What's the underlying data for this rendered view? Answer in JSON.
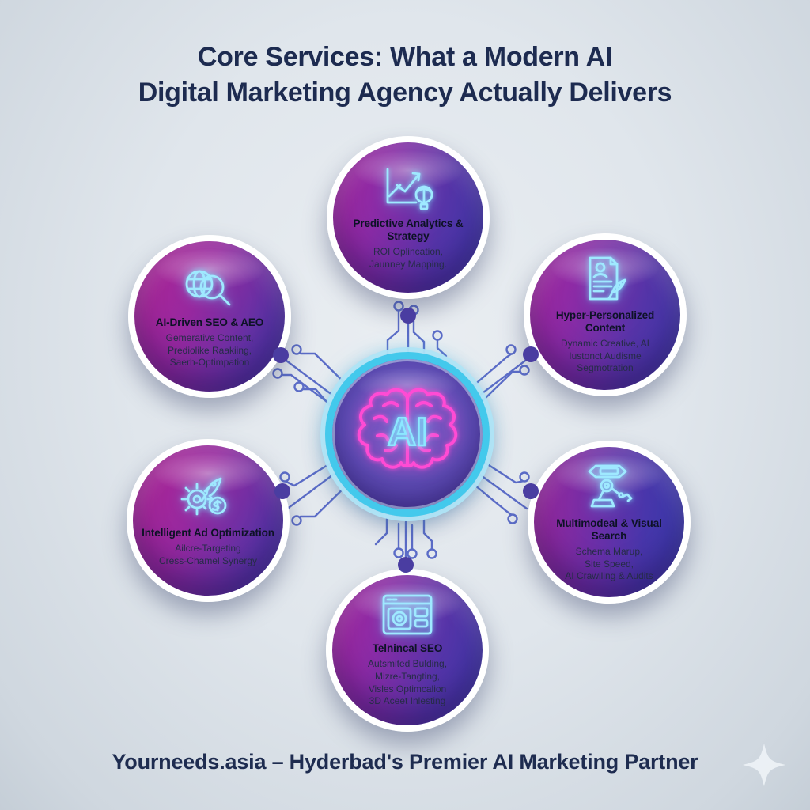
{
  "title": {
    "line1": "Core Services: What a Modern AI",
    "line2": "Digital Marketing Agency Actually Delivers"
  },
  "center": {
    "label": "AI"
  },
  "nodes": [
    {
      "id": "predictive-analytics-strategy",
      "title": "Predictive Analytics & Strategy",
      "sub_lines": [
        "ROI Oplincation,",
        "Jaunney Mapping."
      ],
      "icon": "growth-chart-balloon-icon"
    },
    {
      "id": "ai-driven-seo-aeo",
      "title": "AI-Driven SEO & AEO",
      "sub_lines": [
        "Gemerative Content,",
        "Prediolike Raakiing,",
        "Saerh-Optimpation"
      ],
      "icon": "globe-magnifier-icon"
    },
    {
      "id": "hyper-personalized-content",
      "title": "Hyper-Personalized Content",
      "sub_lines": [
        "Dynamic Creative, AI",
        "Iustonct Audisme",
        "Segmotration"
      ],
      "icon": "document-rocket-icon"
    },
    {
      "id": "intelligent-ad-optimization",
      "title": "Intelligent Ad Optimization",
      "sub_lines": [
        "Ailcre-Targeting",
        "Cress-Chamel Synergy"
      ],
      "icon": "gear-rocket-dollar-icon"
    },
    {
      "id": "multimodal-visual-search",
      "title": "Multimodeal & Visual Search",
      "sub_lines": [
        "Schema Marup,",
        "Site Speed,",
        "AI Crawiling & Audits"
      ],
      "icon": "robot-arm-icon"
    },
    {
      "id": "technical-seo",
      "title": "Telnincal SEO",
      "sub_lines": [
        "Autsmited Bulding,",
        "Mizre-Tangting,",
        "Visles Optimcalion",
        "3D Aceet Inlesting"
      ],
      "icon": "browser-lens-icon"
    }
  ],
  "footer": {
    "tagline": "Yourneeds.asia – Hyderbad's Premier AI Marketing Partner"
  },
  "colors": {
    "accent_cyan": "#43c9ec",
    "neon_pink": "#ff4bd4",
    "circuit_blue": "#5b6cc7",
    "navy_text": "#1d2b50",
    "circle_gradient_start": "#aa279f",
    "circle_gradient_end": "#3c3cae"
  }
}
